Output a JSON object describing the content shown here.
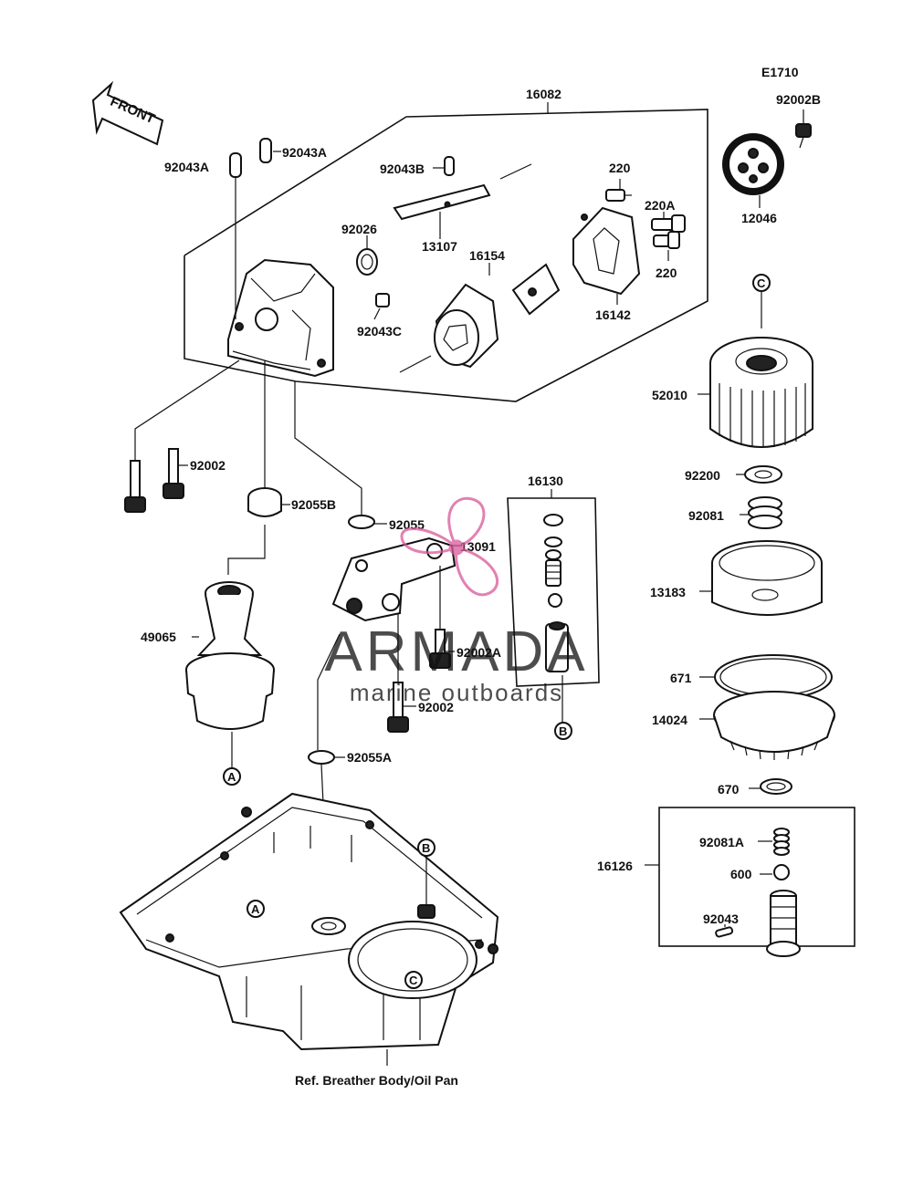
{
  "diagram_code": "E1710",
  "front_label": "FRONT",
  "watermark": {
    "brand": "ARMADA",
    "tagline": "marine outboards",
    "color": "#d9579a"
  },
  "caption": "Ref. Breather Body/Oil Pan",
  "callouts": {
    "A": "A",
    "B": "B",
    "C": "C"
  },
  "parts": {
    "p16082": "16082",
    "p92002B": "92002B",
    "p12046": "12046",
    "p92043A_1": "92043A",
    "p92043A_2": "92043A",
    "p92043B": "92043B",
    "p92026": "92026",
    "p13107": "13107",
    "p16154": "16154",
    "p220_1": "220",
    "p220A": "220A",
    "p220_2": "220",
    "p16142": "16142",
    "p92043C": "92043C",
    "p52010": "52010",
    "p92002_1": "92002",
    "p92055B": "92055B",
    "p92055": "92055",
    "p16130": "16130",
    "p13091": "13091",
    "p92200": "92200",
    "p92081": "92081",
    "p13183": "13183",
    "p49065": "49065",
    "p92002A": "92002A",
    "p92002_2": "92002",
    "p671": "671",
    "p14024": "14024",
    "p92055A": "92055A",
    "p670": "670",
    "p16126": "16126",
    "p92081A": "92081A",
    "p600": "600",
    "p92043": "92043"
  }
}
